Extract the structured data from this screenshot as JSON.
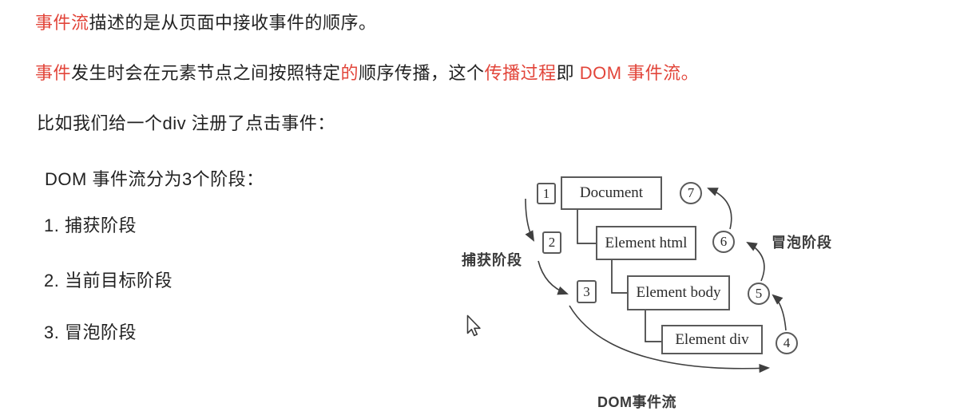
{
  "page": {
    "background": "#ffffff",
    "accent_red": "#e2453a",
    "text_color": "#222222",
    "diagram_line_color": "#3f3f3f"
  },
  "paragraphs": {
    "p1": {
      "seg0": "事件流",
      "seg1": "描述的是从页面中接收事件的顺序。"
    },
    "p2": {
      "seg0": "事件",
      "seg1": "发生时会在元素节点之间按照特定",
      "seg2": "的",
      "seg3": "顺序传播，这个",
      "seg4": "传播过程",
      "seg5": "即 ",
      "seg6": "DOM 事件流。"
    },
    "p3": {
      "seg0": "比如我们给一个div 注册了点击事件："
    },
    "p4": {
      "seg0": "DOM 事件流分为3个阶段："
    }
  },
  "list_items": {
    "item1": "1. 捕获阶段",
    "item2": "2. 当前目标阶段",
    "item3": "3. 冒泡阶段"
  },
  "diagram": {
    "nodes": {
      "document": "Document",
      "element_html": "Element html",
      "element_body": "Element body",
      "element_div": "Element div"
    },
    "capture_steps": {
      "s1": "1",
      "s2": "2",
      "s3": "3"
    },
    "bubble_steps": {
      "s4": "4",
      "s5": "5",
      "s6": "6",
      "s7": "7"
    },
    "labels": {
      "capture_phase": "捕获阶段",
      "bubble_phase": "冒泡阶段",
      "caption": "DOM事件流"
    }
  }
}
